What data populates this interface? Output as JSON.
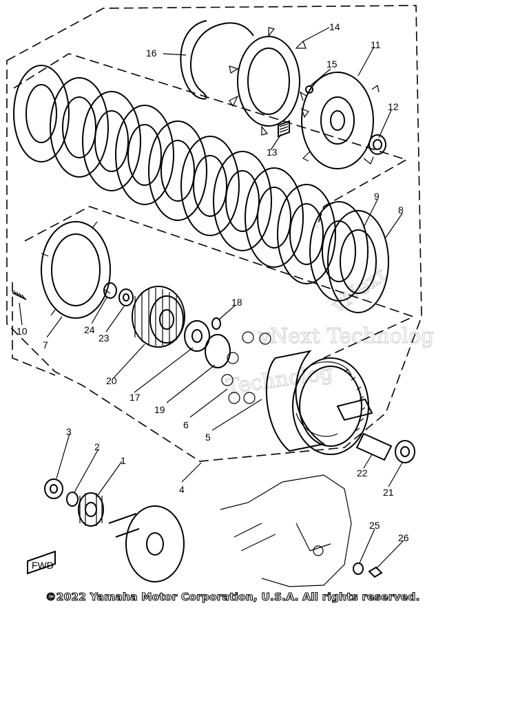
{
  "diagram": {
    "copyright": "©2022 Yamaha Motor Corporation, U.S.A. All rights reserved.",
    "watermark_lines": [
      "vNext Technolog",
      "Technolog",
      "vNext"
    ],
    "fwd_mark": "FWD",
    "callouts": [
      "1",
      "2",
      "3",
      "4",
      "5",
      "6",
      "7",
      "8",
      "9",
      "10",
      "11",
      "12",
      "13",
      "14",
      "15",
      "16",
      "17",
      "18",
      "19",
      "20",
      "21",
      "22",
      "23",
      "24",
      "25",
      "26"
    ]
  }
}
